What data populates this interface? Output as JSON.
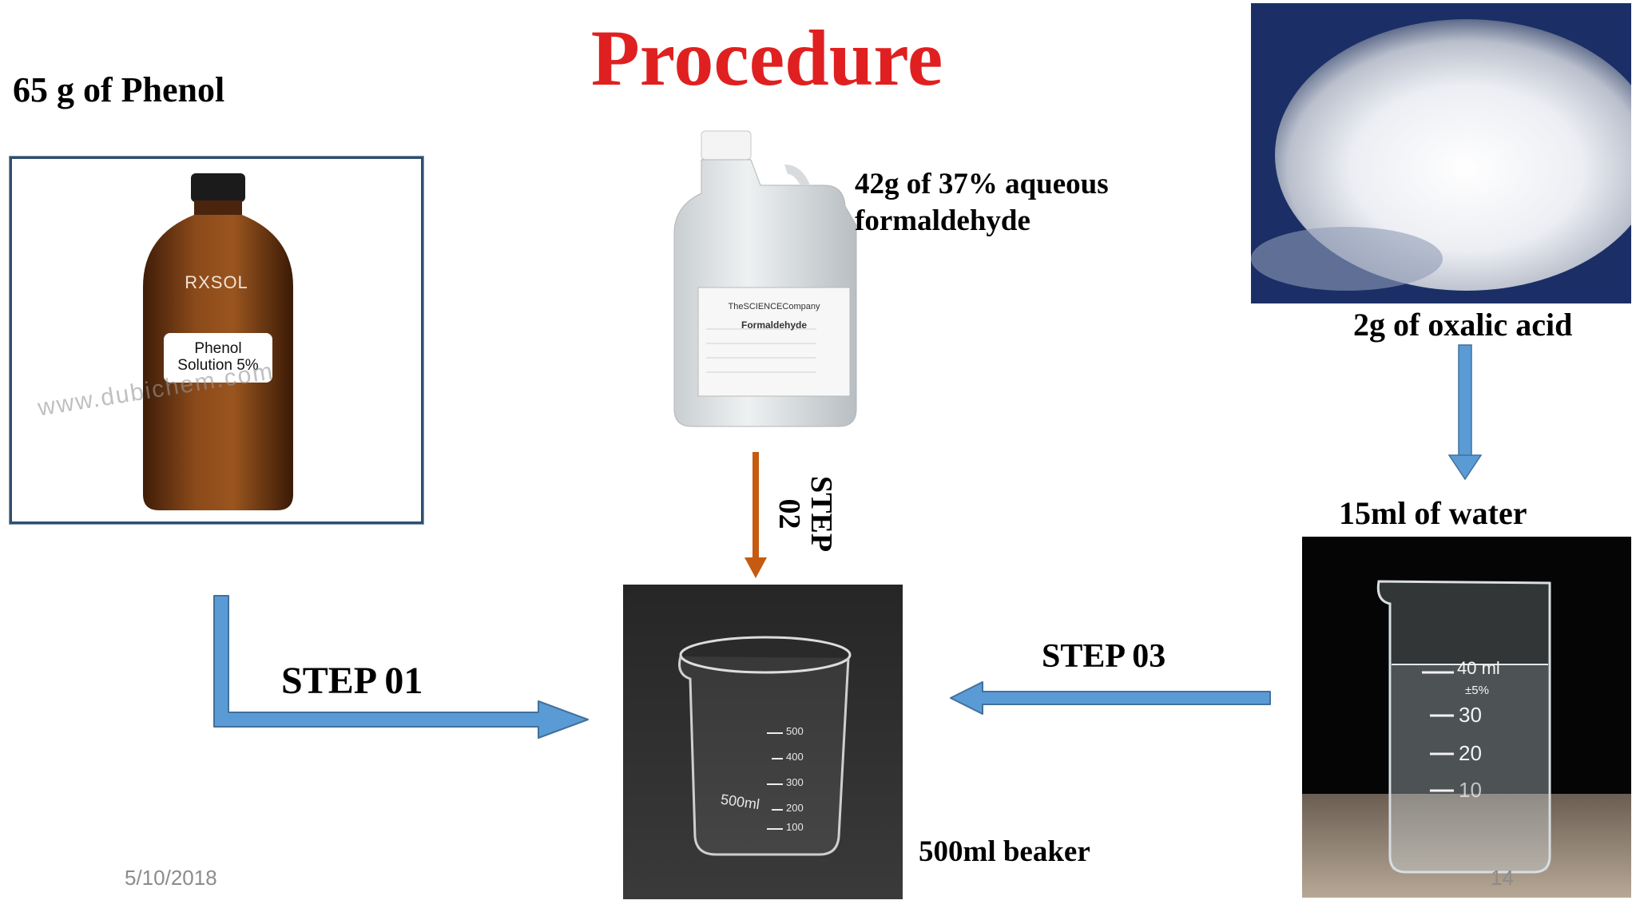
{
  "slide": {
    "title": "Procedure",
    "phenol": {
      "label": "65 g of Phenol",
      "bottle_brand": "RXSOL",
      "bottle_label_line1": "Phenol",
      "bottle_label_line2": "Solution 5%",
      "watermark": "www.dubichem.com"
    },
    "formaldehyde": {
      "label_line1": "42g of 37% aqueous",
      "label_line2": "formaldehyde",
      "jug_company": "TheSCIENCECompany",
      "jug_product": "Formaldehyde"
    },
    "oxalic_acid": {
      "label": "2g of oxalic acid"
    },
    "water": {
      "label": "15ml of water",
      "beaker_marks": [
        "40 ml",
        "±5%",
        "30",
        "20",
        "10"
      ]
    },
    "beaker": {
      "label": "500ml beaker",
      "marks": [
        "500",
        "400",
        "300",
        "200",
        "100"
      ],
      "volume_text": "500ml"
    },
    "steps": {
      "step1": "STEP 01",
      "step2_line1": "STEP",
      "step2_line2": "02",
      "step3": "STEP 03"
    },
    "footer": {
      "date": "5/10/2018",
      "page_number": "14"
    },
    "colors": {
      "title": "#e02020",
      "arrow_blue": "#5b9bd5",
      "arrow_orange": "#c55a11"
    }
  }
}
